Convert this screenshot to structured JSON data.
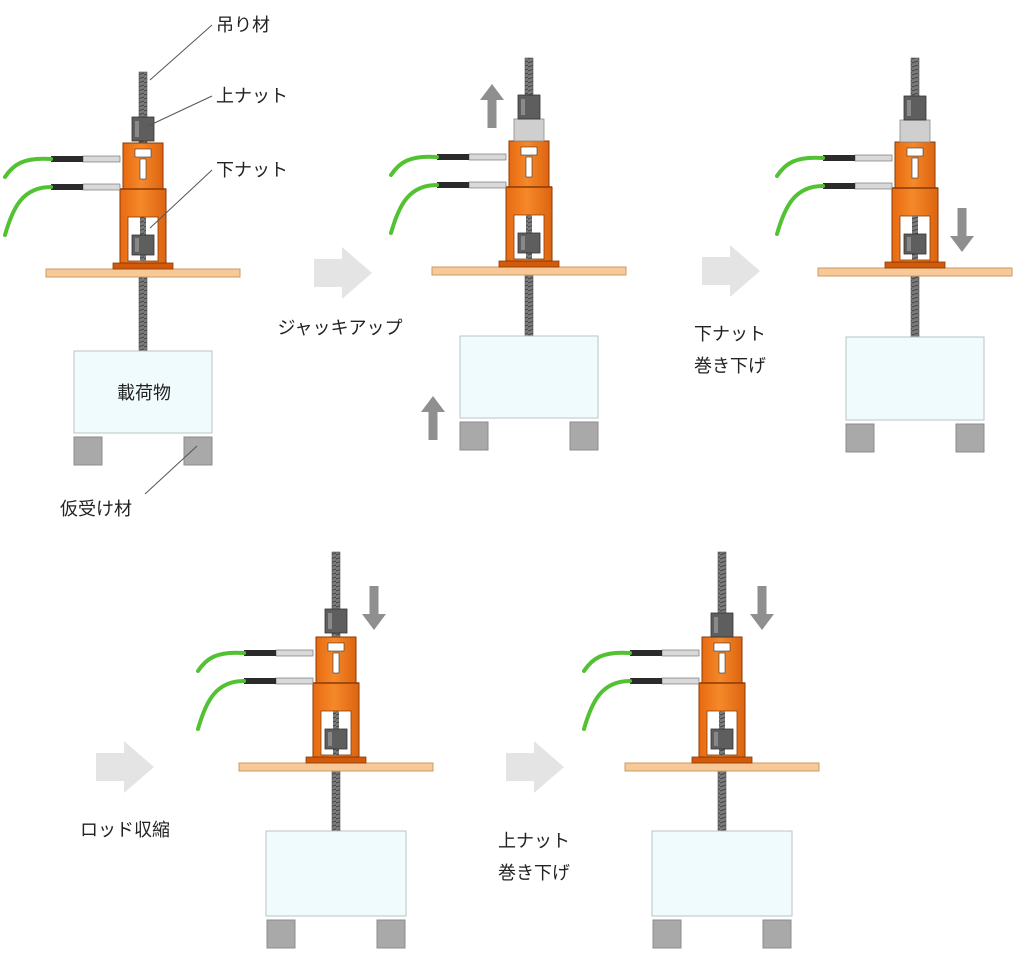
{
  "labels": {
    "hanger": "吊り材",
    "upper_nut": "上ナット",
    "lower_nut": "下ナット",
    "load": "載荷物",
    "temp_support": "仮受け材"
  },
  "steps": {
    "jack_up": "ジャッキアップ",
    "lower_nut_line1": "下ナット",
    "lower_nut_line2": "巻き下げ",
    "rod_retract": "ロッド収縮",
    "upper_nut_line1": "上ナット",
    "upper_nut_line2": "巻き下げ"
  },
  "colors": {
    "jack_orange": "#f07a1a",
    "jack_dark": "#d25a0a",
    "plate": "#f8c996",
    "rod": "#7b7b7b",
    "nut": "#5e5e5e",
    "box_fill": "#f0fbfd",
    "support": "#a9a9a9",
    "hose": "#52c232",
    "arrow_dark": "#8f8f8f",
    "arrow_light": "#e4e4e4"
  }
}
